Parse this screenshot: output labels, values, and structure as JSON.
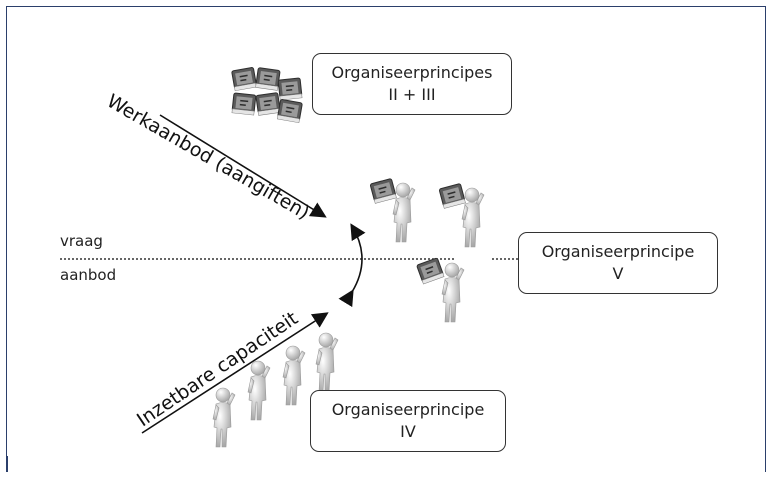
{
  "boxes": {
    "top": {
      "line1": "Organiseerprincipes",
      "line2": "II + III"
    },
    "right": {
      "line1": "Organiseerprincipe",
      "line2": "V"
    },
    "bottom": {
      "line1": "Organiseerprincipe",
      "line2": "IV"
    }
  },
  "divider": {
    "upper_label": "vraag",
    "lower_label": "aanbod"
  },
  "arrows": {
    "upper_label": "Werkaanbod (aangiften)",
    "lower_label": "Inzetbare capaciteit"
  },
  "colors": {
    "frame": "#2b3f6b",
    "figure": "#d9d9d9",
    "book": "#5a5a5a"
  }
}
